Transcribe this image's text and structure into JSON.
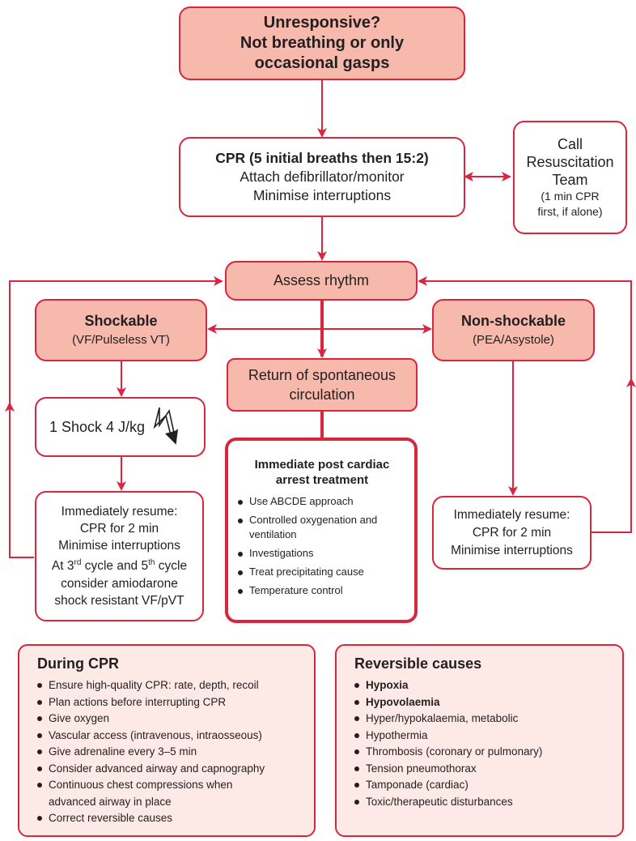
{
  "start": {
    "line1": "Unresponsive?",
    "line2": "Not breathing or only",
    "line3": "occasional gasps"
  },
  "cpr": {
    "line1": "CPR (5 initial breaths then 15:2)",
    "line2": "Attach defibrillator/monitor",
    "line3": "Minimise interruptions"
  },
  "call_team": {
    "line1": "Call",
    "line2": "Resuscitation",
    "line3": "Team",
    "line4": "(1 min CPR",
    "line5": "first, if alone)"
  },
  "assess": {
    "label": "Assess rhythm"
  },
  "shockable": {
    "title": "Shockable",
    "sub": "(VF/Pulseless VT)"
  },
  "nonshockable": {
    "title": "Non-shockable",
    "sub": "(PEA/Asystole)"
  },
  "rosc": {
    "line1": "Return of spontaneous",
    "line2": "circulation"
  },
  "shock": {
    "label": "1 Shock 4 J/kg"
  },
  "resume_left": {
    "line1": "Immediately resume:",
    "line2": "CPR for 2 min",
    "line3": "Minimise interruptions",
    "line4_a": "At 3",
    "line4_sup1": "rd",
    "line4_b": " cycle and 5",
    "line4_sup2": "th",
    "line4_c": " cycle",
    "line5": "consider amiodarone",
    "line6": "shock resistant VF/pVT"
  },
  "post_arrest": {
    "title1": "Immediate post cardiac",
    "title2": "arrest treatment",
    "items": [
      "Use ABCDE approach",
      "Controlled oxygenation and ventilation",
      "Investigations",
      "Treat precipitating cause",
      "Temperature control"
    ]
  },
  "resume_right": {
    "line1": "Immediately resume:",
    "line2": "CPR for 2 min",
    "line3": "Minimise interruptions"
  },
  "during_cpr": {
    "title": "During CPR",
    "items": [
      "Ensure high-quality CPR: rate, depth, recoil",
      "Plan actions before interrupting CPR",
      "Give oxygen",
      "Vascular access (intravenous, intraosseous)",
      "Give adrenaline every 3–5 min",
      "Consider advanced airway and capnography",
      "Continuous chest compressions when advanced airway in place",
      "Correct reversible causes"
    ]
  },
  "reversible": {
    "title": "Reversible causes",
    "items": [
      "Hypoxia",
      "Hypovolaemia",
      "Hyper/hypokalaemia, metabolic",
      "Hypothermia",
      "Thrombosis (coronary or pulmonary)",
      "Tension pneumothorax",
      "Tamponade (cardiac)",
      "Toxic/therapeutic disturbances"
    ]
  },
  "colors": {
    "accent": "#d7263d",
    "box_fill": "#f6b9ab",
    "panel_fill": "#fde9e5"
  }
}
